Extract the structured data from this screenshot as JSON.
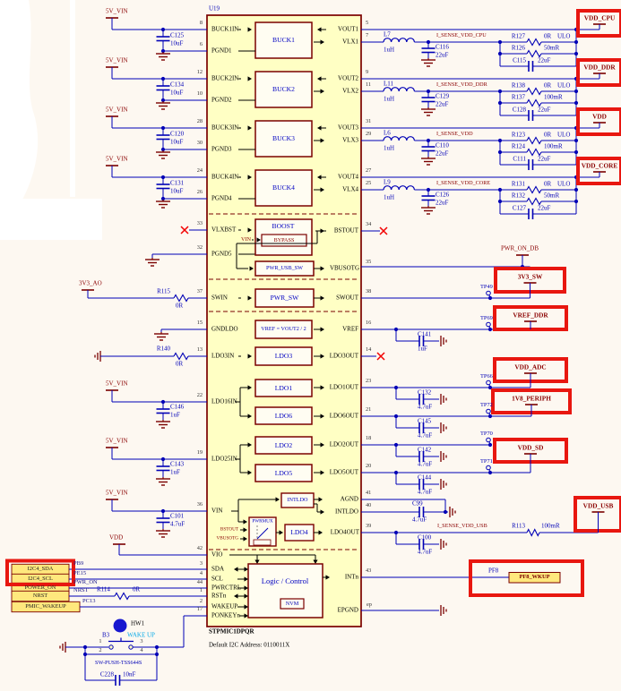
{
  "page": {
    "bg": "#fdf8f1"
  },
  "colors": {
    "wire": "#0000b6",
    "maroon": "#7a0000",
    "brick": "#8a0000",
    "red": "#e81710",
    "ic_fill": "#ffffc4",
    "block_fill": "#fffdf2",
    "tag_fill": "#ffe87d",
    "cyan": "#00a8e8",
    "navy": "#16168c",
    "hw_blue": "#1717cf"
  },
  "ic": {
    "ref": "U19",
    "part": "STPMIC1DPQR",
    "note": "Default I2C Address: 0110011X"
  },
  "bucks": [
    {
      "vin": "5V_VIN",
      "cin": "C125",
      "cinv": "10uF",
      "pin_in": "8",
      "inn": "BUCK1IN",
      "pin_g": "6",
      "g": "PGND1",
      "block": "BUCK1",
      "pin_vout": "5",
      "vout": "VOUT1",
      "pin_vlx": "7",
      "vlx": "VLX1",
      "l": "L7",
      "lv": "1uH",
      "cout": "C116",
      "coutv": "22uF",
      "sense": "I_SENSE_VDD_CPU",
      "r1": "R127",
      "r1v": "0R",
      "r1n": "ULO",
      "r2": "R126",
      "r2v": "50mR",
      "c2": "C115",
      "c2v": "22uF",
      "net": "VDD_CPU"
    },
    {
      "vin": "5V_VIN",
      "cin": "C134",
      "cinv": "10uF",
      "pin_in": "12",
      "inn": "BUCK2IN",
      "pin_g": "10",
      "g": "PGND2",
      "block": "BUCK2",
      "pin_vout": "9",
      "vout": "VOUT2",
      "pin_vlx": "11",
      "vlx": "VLX2",
      "l": "L11",
      "lv": "1uH",
      "cout": "C129",
      "coutv": "22uF",
      "sense": "I_SENSE_VDD_DDR",
      "r1": "R138",
      "r1v": "0R",
      "r1n": "ULO",
      "r2": "R137",
      "r2v": "100mR",
      "c2": "C128",
      "c2v": "22uF",
      "net": "VDD_DDR"
    },
    {
      "vin": "5V_VIN",
      "cin": "C120",
      "cinv": "10uF",
      "pin_in": "28",
      "inn": "BUCK3IN",
      "pin_g": "30",
      "g": "PGND3",
      "block": "BUCK3",
      "pin_vout": "31",
      "vout": "VOUT3",
      "pin_vlx": "29",
      "vlx": "VLX3",
      "l": "L6",
      "lv": "1uH",
      "cout": "C110",
      "coutv": "22uF",
      "sense": "I_SENSE_VDD",
      "r1": "R123",
      "r1v": "0R",
      "r1n": "ULO",
      "r2": "R124",
      "r2v": "100mR",
      "c2": "C111",
      "c2v": "22uF",
      "net": "VDD"
    },
    {
      "vin": "5V_VIN",
      "cin": "C131",
      "cinv": "10uF",
      "pin_in": "24",
      "inn": "BUCK4IN",
      "pin_g": "26",
      "g": "PGND4",
      "block": "BUCK4",
      "pin_vout": "27",
      "vout": "VOUT4",
      "pin_vlx": "25",
      "vlx": "VLX4",
      "l": "L9",
      "lv": "1uH",
      "cout": "C126",
      "coutv": "22uF",
      "sense": "I_SENSE_VDD_CORE",
      "r1": "R131",
      "r1v": "0R",
      "r1n": "ULO",
      "r2": "R132",
      "r2v": "50mR",
      "c2": "C127",
      "c2v": "22uF",
      "net": "VDD_CORE"
    }
  ],
  "boost": {
    "pin33": "33",
    "vlxbst": "VLXBST",
    "pin32": "32",
    "pgnd5": "PGND5",
    "block": "BOOST",
    "bypass": "BYPASS",
    "vin": "VIN",
    "bstout": "BSTOUT",
    "pin34": "34",
    "usbsw": "PWR_USB_SW",
    "vbusotg": "VBUSOTG",
    "pin35": "35",
    "ondb": "PWR_ON_DB",
    "net": "3V3_SW",
    "tp": "TP49",
    "pin38": "38",
    "swout": "SWOUT",
    "ao": "3V3_AO",
    "r": "R115",
    "rv": "0R",
    "pin37": "37",
    "swin": "SWIN",
    "pwrsw": "PWR_SW"
  },
  "vref": {
    "pin15": "15",
    "gndldo": "GNDLDO",
    "block": "VREF = VOUT2 / 2",
    "out": "VREF",
    "pin16": "16",
    "c": "C141",
    "cv": "1uF",
    "tp": "TP69",
    "net": "VREF_DDR"
  },
  "ldo3": {
    "r": "R140",
    "rv": "0R",
    "pin13": "13",
    "inn": "LDO3IN",
    "block": "LDO3",
    "out": "LDO3OUT",
    "pin14": "14"
  },
  "ldo16": {
    "vin": "5V_VIN",
    "c": "C146",
    "cv": "1uF",
    "pin22": "22",
    "inn": "LDO16IN",
    "l1": {
      "block": "LDO1",
      "out": "LDO1OUT",
      "pin": "23",
      "c": "C132",
      "cv": "4.7uF",
      "tp": "TP66",
      "net": "VDD_ADC"
    },
    "l6": {
      "block": "LDO6",
      "out": "LDO6OUT",
      "pin": "21",
      "c": "C145",
      "cv": "4.7uF",
      "tp": "TP72",
      "net": "1V8_PERIPH"
    }
  },
  "ldo25": {
    "vin": "5V_VIN",
    "c": "C143",
    "cv": "1uF",
    "pin19": "19",
    "inn": "LDO25IN",
    "l2": {
      "block": "LDO2",
      "out": "LDO2OUT",
      "pin": "18",
      "c": "C142",
      "cv": "4.7uF",
      "tp": "TP70"
    },
    "l5": {
      "block": "LDO5",
      "out": "LDO5OUT",
      "pin": "20",
      "c": "C144",
      "cv": "4.7uF",
      "tp": "TP71",
      "net": "VDD_SD"
    }
  },
  "pwr": {
    "vin": "5V_VIN",
    "c": "C101",
    "cv": "4.7uF",
    "pin36": "36",
    "name": "VIN",
    "mux": "PWRMUX",
    "in1": "BSTOUT",
    "in2": "VBUSOTG",
    "intldo": "INTLDO",
    "agnd": "AGND",
    "pin41": "41",
    "out": "INTLDO",
    "pin40": "40",
    "c99": "C99",
    "c99v": "4.7uF",
    "ldo4": "LDO4",
    "ldo4out": "LDO4OUT",
    "pin39": "39",
    "c100": "C100",
    "c100v": "4.7uF",
    "sense": "I_SENSE_VDD_USB",
    "r": "R113",
    "rv": "100mR",
    "net": "VDD_USB"
  },
  "vio": {
    "vdd": "VDD",
    "pin42": "42",
    "name": "VIO"
  },
  "logic": {
    "block": "Logic / Control",
    "nvm": "NVM",
    "rows": [
      {
        "tag": "I2C4_SDA",
        "sig": "PB9",
        "pin": "3",
        "name": "SDA"
      },
      {
        "tag": "I2C4_SCL",
        "sig": "PE15",
        "pin": "4",
        "name": "SCL"
      },
      {
        "tag": "POWER_ON",
        "sig": "PWR_ON",
        "pin": "44",
        "name": "PWRCTRL"
      },
      {
        "tag": "NRST",
        "sig": "NRST",
        "pin": "1",
        "name": "RSTn",
        "r": "R114",
        "rv": "0R"
      },
      {
        "tag": "PMIC_WAKEUP",
        "sig": "PC13",
        "pin": "2",
        "name": "WAKEUP"
      }
    ],
    "ponkey": {
      "pin": "17",
      "name": "PONKEYn"
    },
    "intn": {
      "name": "INTn",
      "pin": "43",
      "pf8": "PF8",
      "tag": "PF8_WKUP"
    },
    "ep": {
      "name": "EPGND",
      "pin": "ep"
    }
  },
  "button": {
    "hw": "HW1",
    "ref": "B3",
    "wake": "WAKE UP",
    "part": "SW-PUSH-TSS644S",
    "p1": "1",
    "p2": "2",
    "p3": "3",
    "p4": "4",
    "c": "C228",
    "cv": "10nF"
  }
}
